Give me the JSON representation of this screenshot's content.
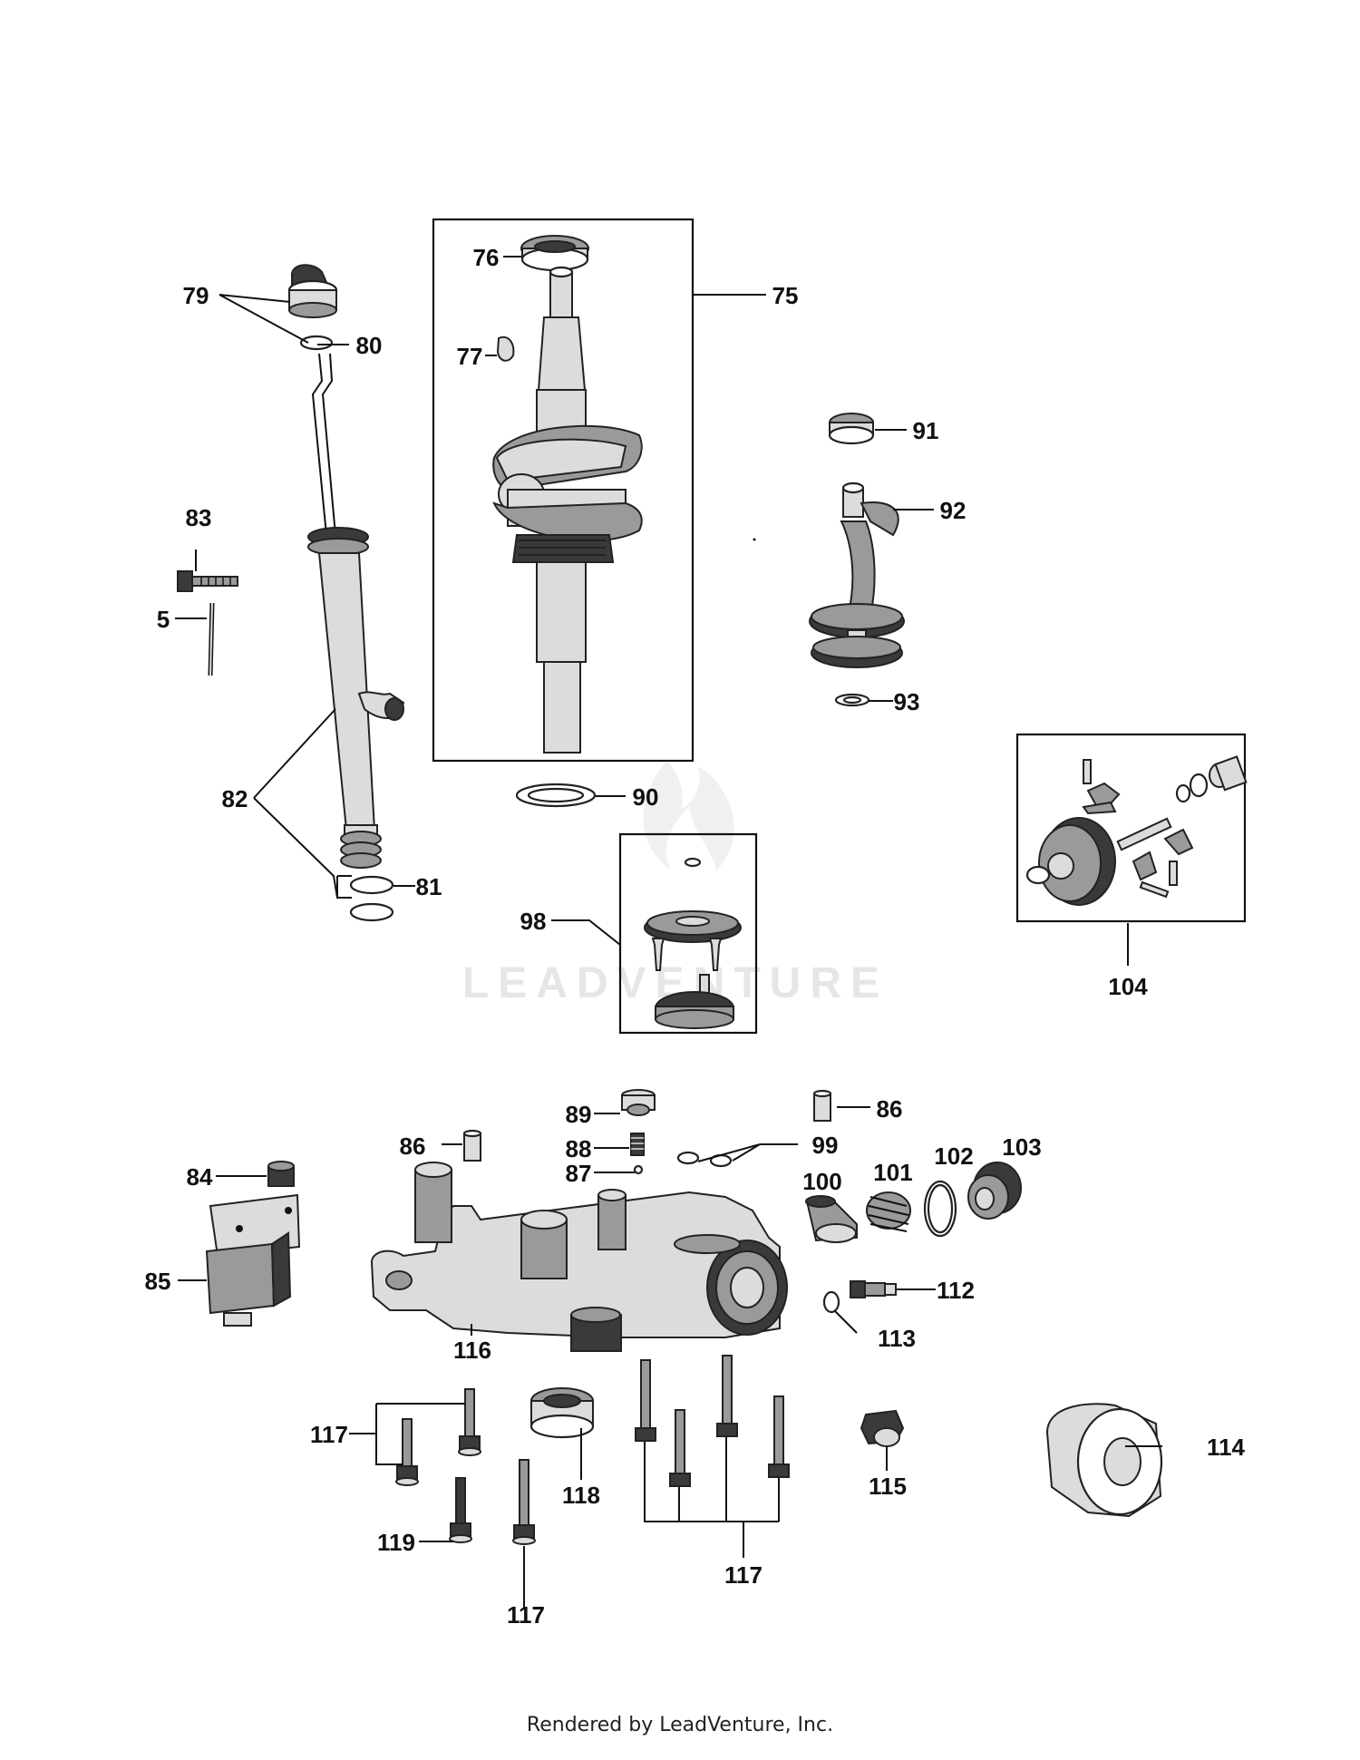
{
  "watermark": "LEADVENTURE",
  "footer": "Rendered by LeadVenture, Inc.",
  "callouts": {
    "c5": "5",
    "c75": "75",
    "c76": "76",
    "c77": "77",
    "c79": "79",
    "c80": "80",
    "c81": "81",
    "c82": "82",
    "c83": "83",
    "c84": "84",
    "c85": "85",
    "c86a": "86",
    "c86b": "86",
    "c87": "87",
    "c88": "88",
    "c89": "89",
    "c90": "90",
    "c91": "91",
    "c92": "92",
    "c93": "93",
    "c98": "98",
    "c99": "99",
    "c100": "100",
    "c101": "101",
    "c102": "102",
    "c103": "103",
    "c104": "104",
    "c112": "112",
    "c113": "113",
    "c114": "114",
    "c115": "115",
    "c116": "116",
    "c117a": "117",
    "c117b": "117",
    "c117c": "117",
    "c118": "118",
    "c119": "119"
  }
}
